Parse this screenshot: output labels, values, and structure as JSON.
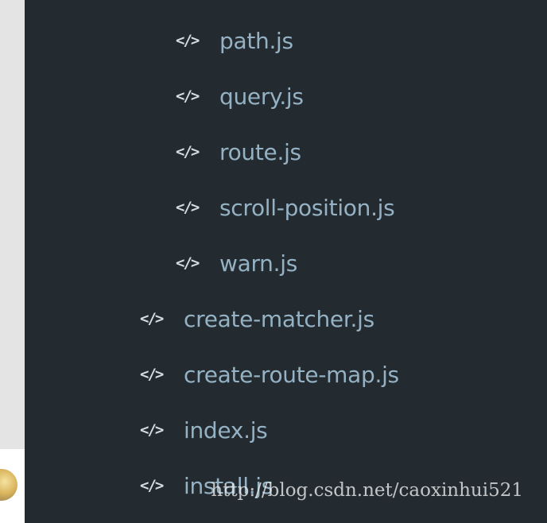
{
  "file_tree": {
    "icon_glyph": "</>",
    "items": [
      {
        "label": "path.js",
        "depth": 2
      },
      {
        "label": "query.js",
        "depth": 2
      },
      {
        "label": "route.js",
        "depth": 2
      },
      {
        "label": "scroll-position.js",
        "depth": 2
      },
      {
        "label": "warn.js",
        "depth": 2
      },
      {
        "label": "create-matcher.js",
        "depth": 1
      },
      {
        "label": "create-route-map.js",
        "depth": 1
      },
      {
        "label": "index.js",
        "depth": 1
      },
      {
        "label": "install.js",
        "depth": 1
      }
    ]
  },
  "watermark": {
    "text": "http://blog.csdn.net/caoxinhui521"
  },
  "colors": {
    "panel_background": "#232b31",
    "icon": "#d3dde3",
    "file_label": "#95b2c4",
    "gutter": "#e4e4e4"
  }
}
